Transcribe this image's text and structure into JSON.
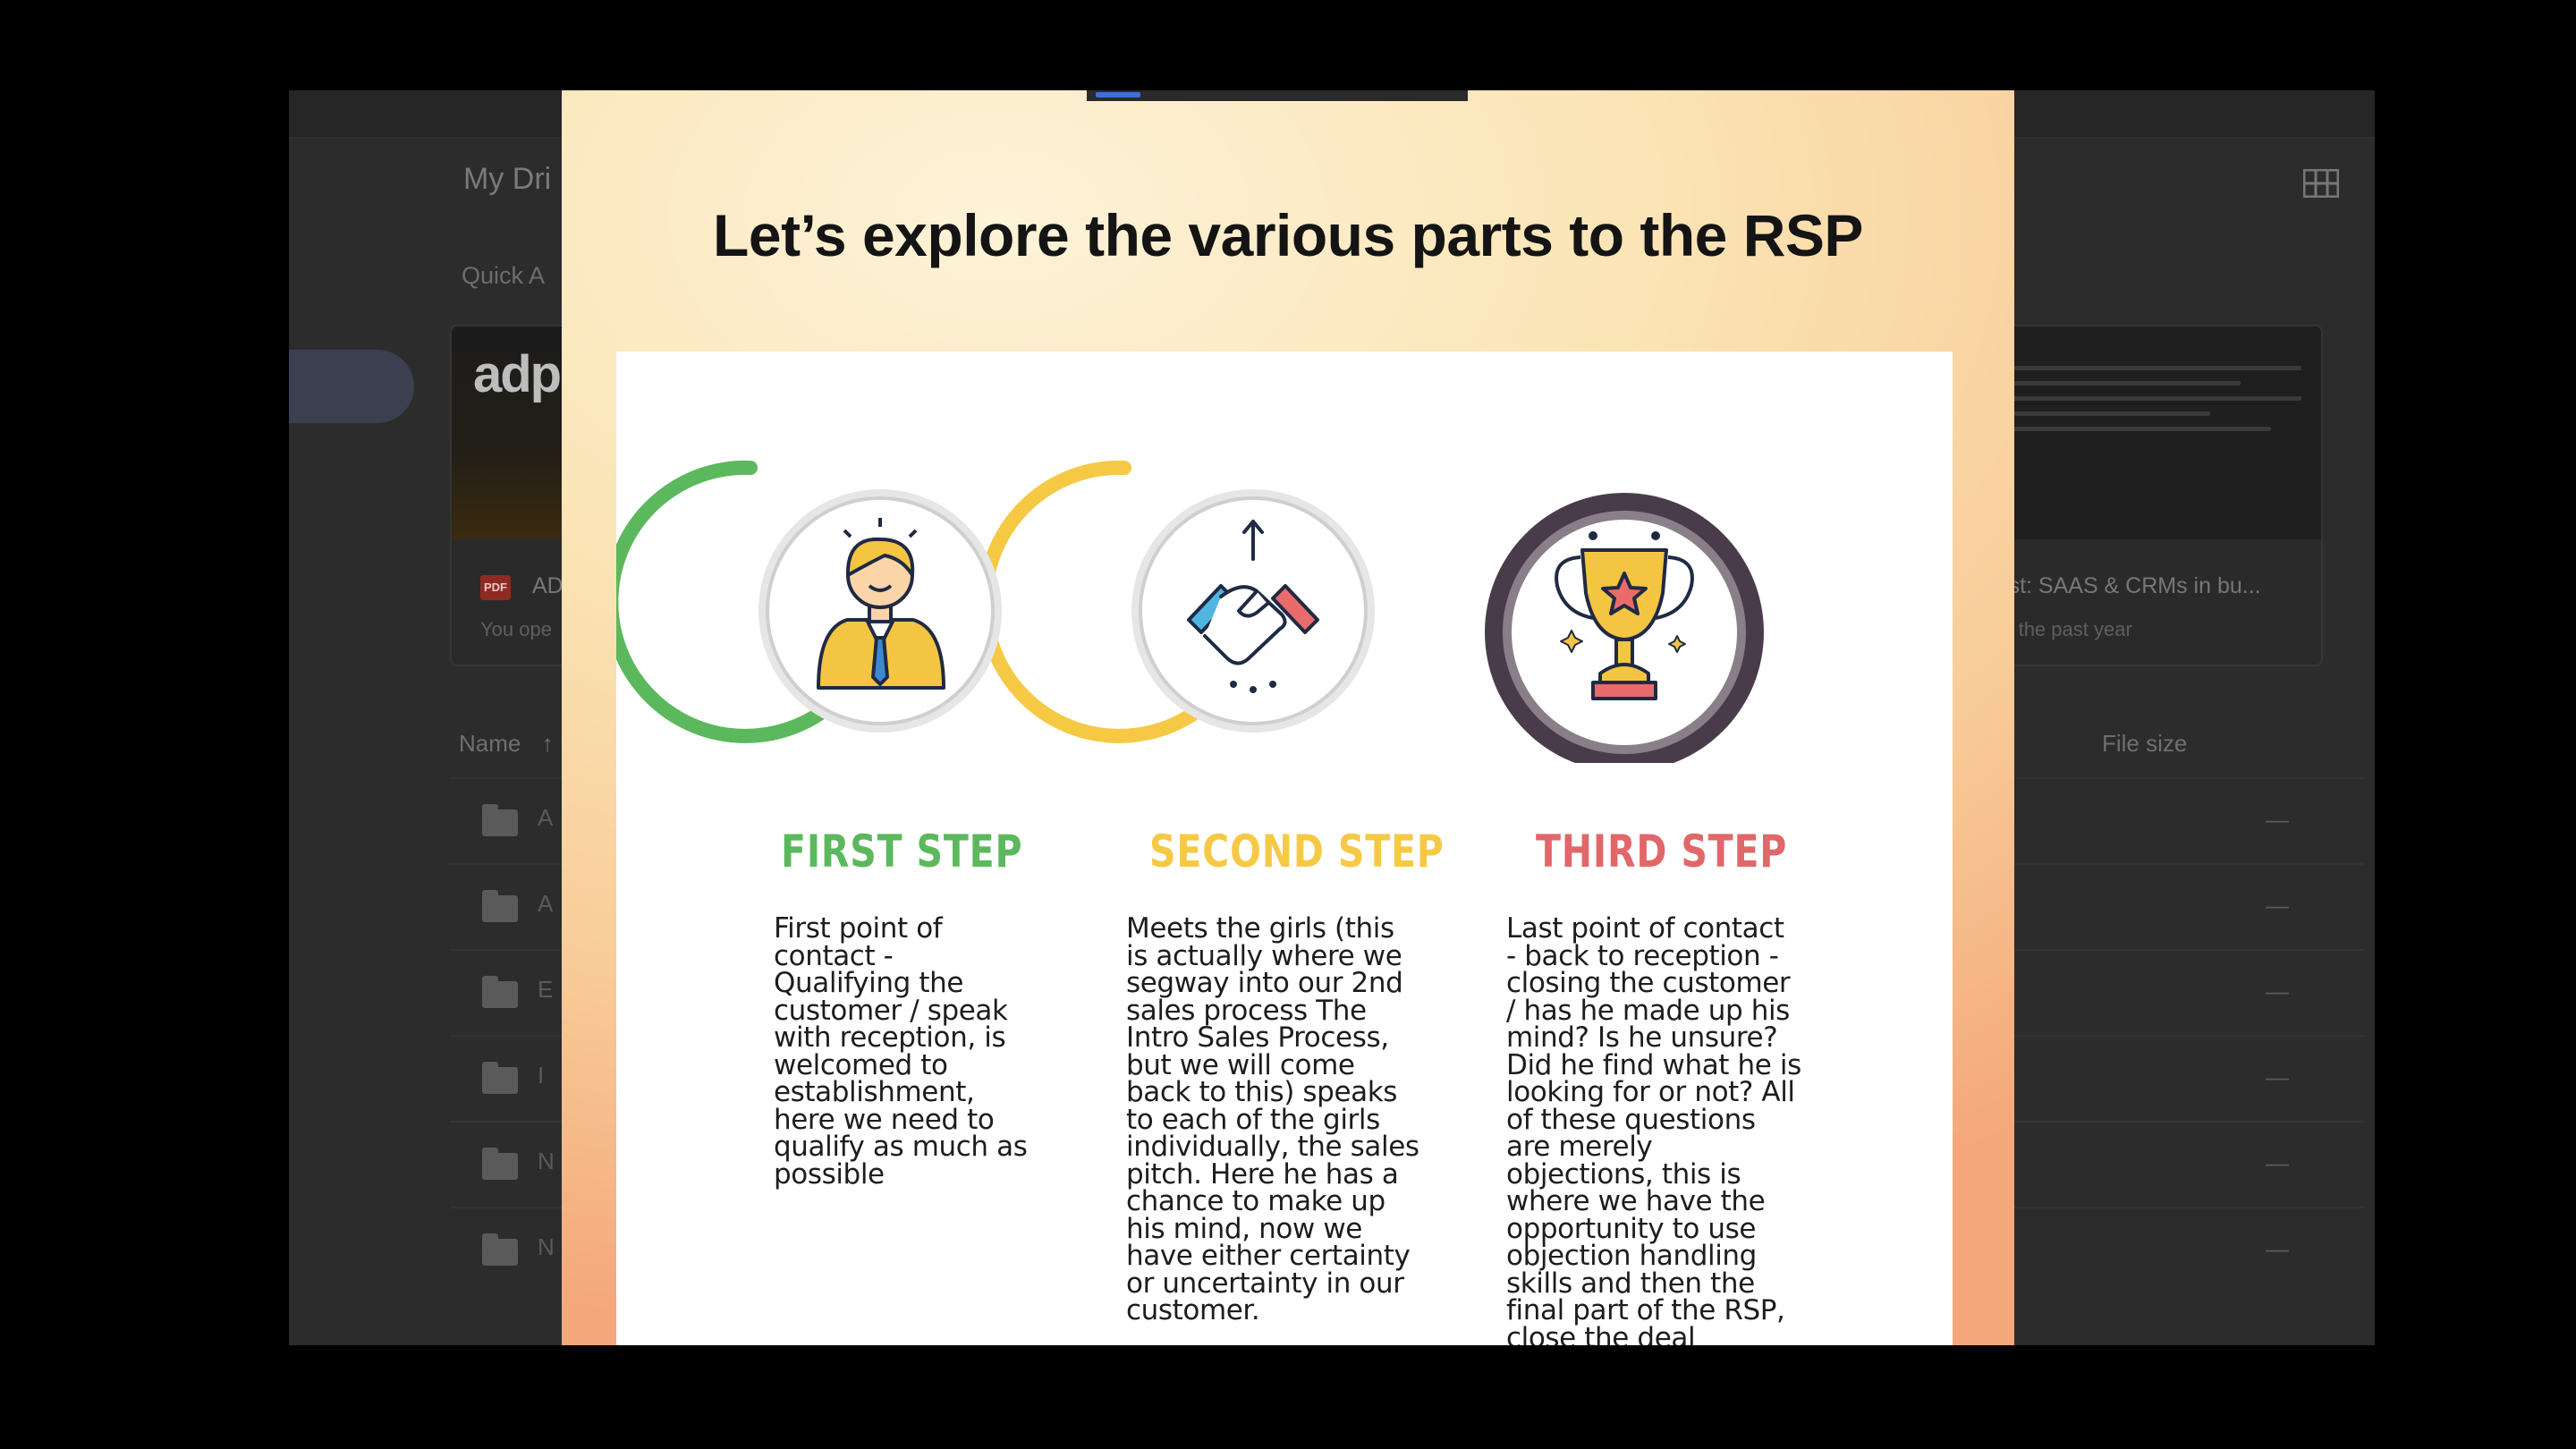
{
  "drive": {
    "breadcrumb": "My Dri",
    "quick_access": "Quick A",
    "card_left": {
      "thumb_logo": "adp",
      "title": "AD",
      "subtitle": "You ope"
    },
    "card_right": {
      "title": "Post: SAAS & CRMs in bu...",
      "subtitle": "d in the past year"
    },
    "list": {
      "col_name": "Name",
      "sort_icon": "arrow-up-icon",
      "col_size": "File size",
      "rows": [
        {
          "letter": "A",
          "size": "—"
        },
        {
          "letter": "A",
          "size": "—"
        },
        {
          "letter": "E",
          "size": "—"
        },
        {
          "letter": "I",
          "size": "—"
        },
        {
          "letter": "N",
          "size": "—"
        },
        {
          "letter": "N",
          "size": "—"
        }
      ]
    }
  },
  "slide": {
    "title": "Let’s explore the various parts to the RSP",
    "steps": [
      {
        "title": "FIRST STEP",
        "color": "#5cb85c",
        "icon": "receptionist-icon",
        "text_lines": [
          "First point of",
          "contact -",
          "Qualifying the",
          "customer / speak",
          "with reception, is",
          "welcomed to",
          "establishment,",
          "here we need to",
          "qualify as much as",
          "possible"
        ]
      },
      {
        "title": "SECOND STEP",
        "color": "#f6c945",
        "icon": "handshake-icon",
        "text_lines": [
          "Meets the girls (this",
          "is actually where we",
          "segway into our 2nd",
          "sales process The",
          "Intro Sales Process,",
          "but we will come",
          "back to this) speaks",
          "to each of the girls",
          "individually, the sales",
          "pitch. Here he has a",
          "chance to make up",
          "his mind, now we",
          "have either certainty",
          "or uncertainty in our",
          "customer."
        ]
      },
      {
        "title": "THIRD STEP",
        "color": "#e0676a",
        "icon": "trophy-icon",
        "text_lines": [
          "Last point of contact",
          "- back to reception -",
          "closing the customer",
          "/ has he made up his",
          "mind? Is he unsure?",
          "Did he find what he is",
          "looking for or not? All",
          "of these questions",
          "are merely",
          "objections, this is",
          "where we have the",
          "opportunity to use",
          "objection handling",
          "skills and then the",
          "final part of the RSP,",
          "close the deal"
        ]
      }
    ]
  }
}
